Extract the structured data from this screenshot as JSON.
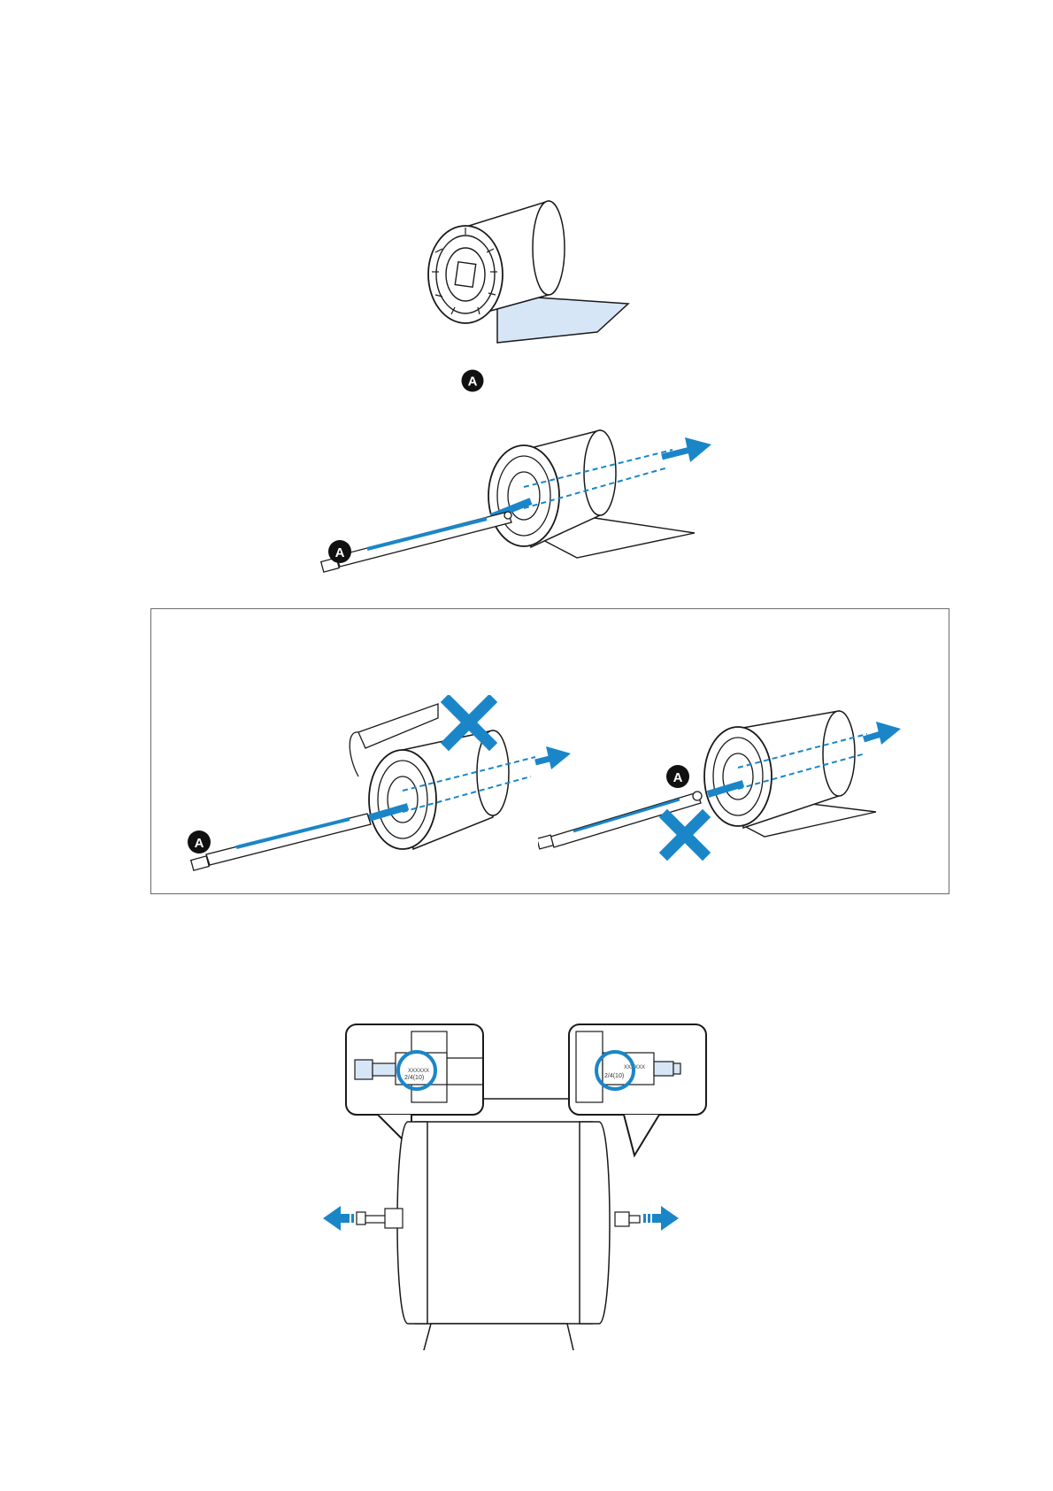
{
  "labels": {
    "part_a": "A"
  },
  "stickers": {
    "left_small": "XXXXXX",
    "left_big": "2/4(10)",
    "right_small": "XXXXXX",
    "right_big": "2/4(10)"
  },
  "colors": {
    "accent": "#1a86c8",
    "paper_tint": "#d6e6f7",
    "line": "#1a1a1a"
  },
  "icons": [
    "cross-mark-icon",
    "arrow-right-icon",
    "arrow-left-icon",
    "label-a-icon"
  ]
}
